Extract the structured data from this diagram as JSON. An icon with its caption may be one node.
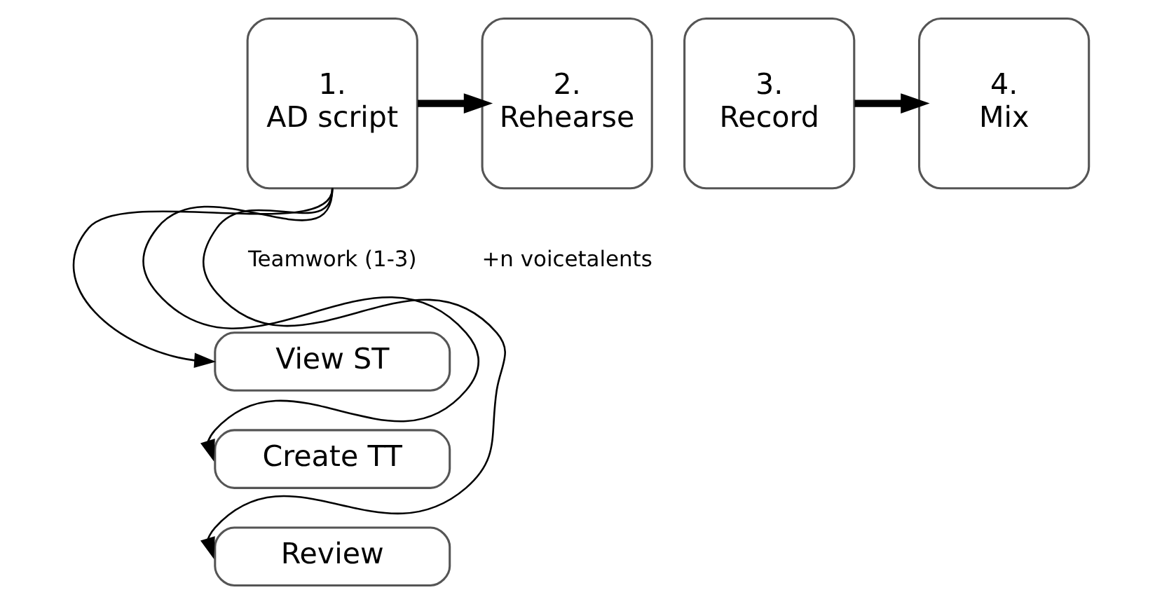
{
  "diagram": {
    "nodes": [
      {
        "text": [
          "1.",
          "AD script"
        ]
      },
      {
        "text": [
          "2.",
          "Rehearse"
        ]
      },
      {
        "text": [
          "3.",
          "Record"
        ]
      },
      {
        "text": [
          "4.",
          "Mix"
        ]
      },
      {
        "text": [
          "View ST"
        ]
      },
      {
        "text": [
          "Create TT"
        ]
      },
      {
        "text": [
          "Review"
        ]
      }
    ],
    "edges": [
      {
        "from": 0,
        "to": 1,
        "arrow": "to",
        "style": "thick"
      },
      {
        "from": 2,
        "to": 3,
        "arrow": "to",
        "style": "thick"
      },
      {
        "from": 0,
        "to": 4,
        "arrow": "to"
      },
      {
        "from": 0,
        "to": 5,
        "arrow": "to"
      },
      {
        "from": 0,
        "to": 6,
        "arrow": "to"
      }
    ],
    "labels": [
      "Teamwork (1-3)",
      "+n voicetalents"
    ]
  }
}
